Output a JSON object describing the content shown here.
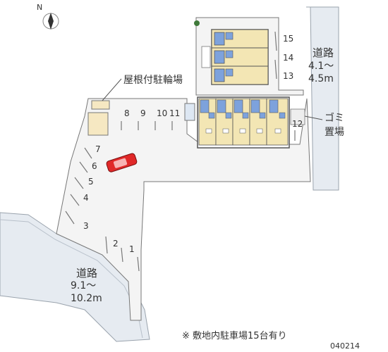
{
  "map": {
    "compass_label": "N",
    "bicycle_parking_label": "屋根付駐輪場",
    "road_east": {
      "name": "道路",
      "width_line1": "4.1～",
      "width_line2": "4.5m"
    },
    "road_southwest": {
      "name": "道路",
      "width_line1": "9.1～",
      "width_line2": "10.2m"
    },
    "garbage_label_line1": "ゴミ",
    "garbage_label_line2": "置場",
    "parking_spaces": [
      "1",
      "2",
      "3",
      "4",
      "5",
      "6",
      "7",
      "8",
      "9",
      "10",
      "11",
      "12",
      "13",
      "14",
      "15"
    ],
    "footnote": "※ 敷地内駐車場15台有り",
    "map_code": "040214",
    "colors": {
      "road": "#e6ebf1",
      "lot": "#f4f4f4",
      "building_outline": "#555555",
      "room_floor": "#f3e6b4",
      "bath_blue": "#7da2dc",
      "car": "#e02828",
      "green": "#3f7a3a"
    }
  }
}
